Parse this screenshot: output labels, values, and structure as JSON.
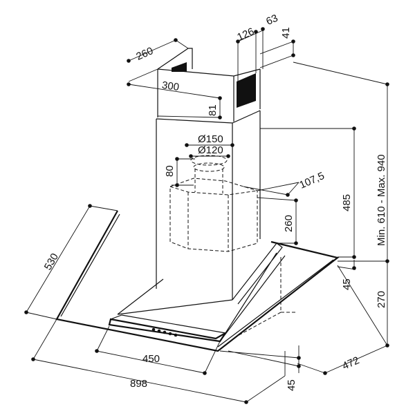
{
  "dimensions": {
    "d260_top": "260",
    "d300": "300",
    "d126": "126",
    "d63": "63",
    "d41": "41",
    "d81": "81",
    "d150": "Ø150",
    "d120": "Ø120",
    "d80": "80",
    "d107_5": "107,5",
    "d485": "485",
    "d260_side": "260",
    "d_min_max": "Min. 610 - Max. 940",
    "d530": "530",
    "d45_right": "45",
    "d270": "270",
    "d450": "450",
    "d898": "898",
    "d45_bottom": "45",
    "d472": "472"
  }
}
